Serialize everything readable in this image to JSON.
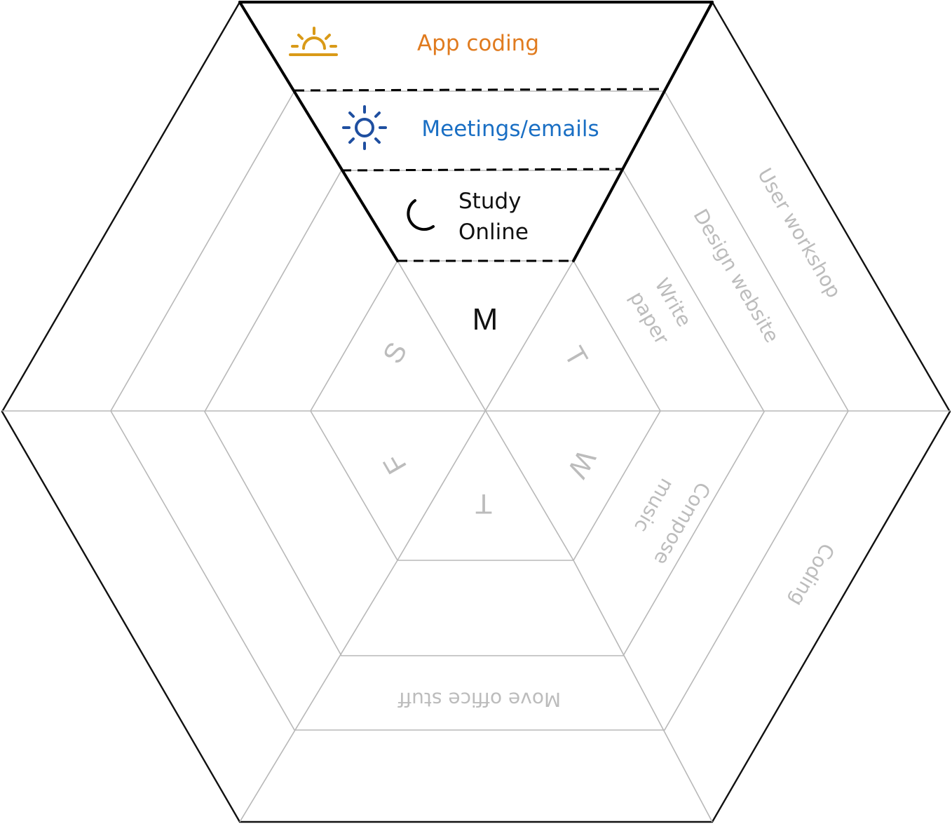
{
  "colors": {
    "morning": "#e07b1f",
    "morning_icon": "#d99a18",
    "midday": "#1a6fc4",
    "midday_icon": "#1f4fa0",
    "evening": "#111111",
    "muted": "#bcbcbc",
    "grid": "#b8b8b8",
    "outline": "#111111"
  },
  "icons": {
    "morning": "sunrise-icon",
    "midday": "sun-icon",
    "evening": "moon-icon"
  },
  "monday": {
    "day_label": "M",
    "morning_task": "App coding",
    "midday_task": "Meetings/emails",
    "evening_task_line1": "Study",
    "evening_task_line2": "Online"
  },
  "day_labels": {
    "tuesday": "T",
    "wednesday": "W",
    "thursday": "T",
    "friday": "F",
    "sunday": "S"
  },
  "tasks": {
    "tuesday_inner_line1": "Write",
    "tuesday_inner_line2": "paper",
    "tuesday_middle": "Design website",
    "tuesday_outer": "User workshop",
    "wednesday_inner_line1": "Compose",
    "wednesday_inner_line2": "music",
    "wednesday_outer": "Coding",
    "thursday_middle": "Move office stuff"
  }
}
